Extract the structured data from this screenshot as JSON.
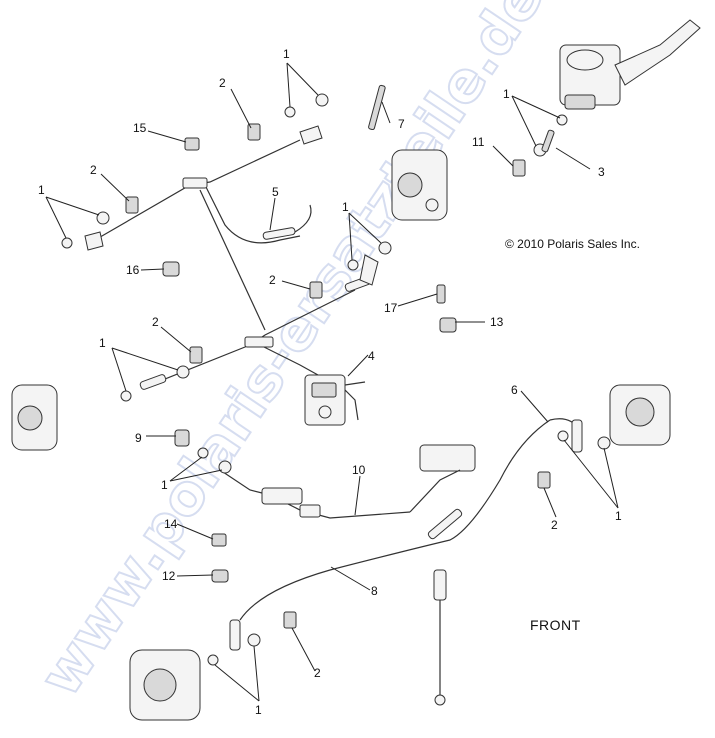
{
  "copyright": "© 2010 Polaris Sales Inc.",
  "front_label": "FRONT",
  "watermark": "www.polaris-ersatzteile.de",
  "colors": {
    "line": "#222222",
    "watermark": "#cfd8ee"
  },
  "callouts": {
    "c1a": "1",
    "c1b": "1",
    "c1c": "1",
    "c1d": "1",
    "c1e": "1",
    "c1f": "1",
    "c1g": "1",
    "c1h": "1",
    "c2a": "2",
    "c2b": "2",
    "c2c": "2",
    "c2d": "2",
    "c2e": "2",
    "c2f": "2",
    "c3": "3",
    "c4": "4",
    "c5": "5",
    "c6": "6",
    "c7": "7",
    "c8": "8",
    "c9": "9",
    "c10": "10",
    "c11": "11",
    "c12": "12",
    "c13": "13",
    "c14": "14",
    "c15": "15",
    "c16": "16",
    "c17": "17"
  }
}
